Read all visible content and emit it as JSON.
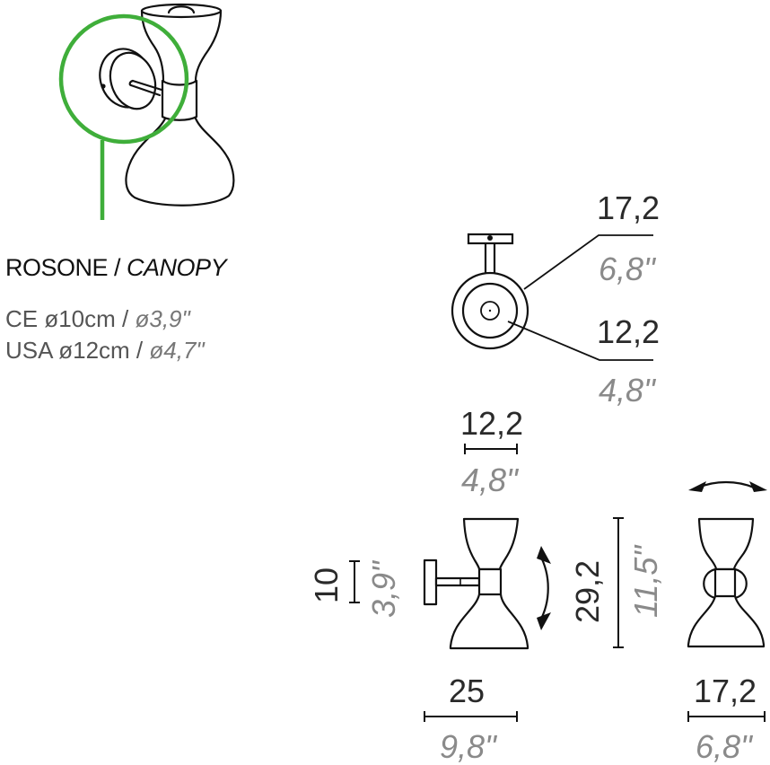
{
  "canopy": {
    "title_main": "ROSONE /",
    "title_italic": "CANOPY",
    "highlight_color": "#3fae3a",
    "specs": [
      {
        "label": "CE ø10cm /",
        "imperial": "ø3,9\""
      },
      {
        "label": "USA ø12cm /",
        "imperial": "ø4,7\""
      }
    ]
  },
  "top_view": {
    "outer_diameter": {
      "metric": "17,2",
      "imperial": "6,8\""
    },
    "inner_diameter": {
      "metric": "12,2",
      "imperial": "4,8\""
    }
  },
  "side_view": {
    "shade_width": {
      "metric": "12,2",
      "imperial": "4,8\""
    },
    "canopy_height": {
      "metric": "10",
      "imperial": "3,9\""
    },
    "total_height": {
      "metric": "29,2",
      "imperial": "11,5\""
    },
    "depth": {
      "metric": "25",
      "imperial": "9,8\""
    }
  },
  "front_view": {
    "width": {
      "metric": "17,2",
      "imperial": "6,8\""
    }
  },
  "colors": {
    "line": "#111111",
    "metric_text": "#2a2a2a",
    "imperial_text": "#8a8a8a",
    "highlight": "#3fae3a"
  }
}
